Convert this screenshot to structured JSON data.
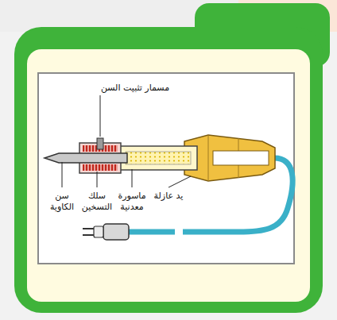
{
  "diagram": {
    "labels": [
      "مسمار تثبيت السن",
      "سن الكاوية",
      "سلك التسخين",
      "ماسورة معدنية",
      "يد عازلة"
    ]
  }
}
